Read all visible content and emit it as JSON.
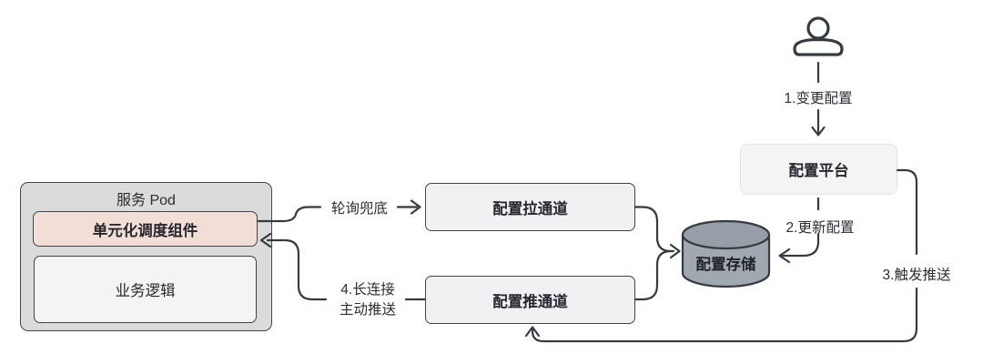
{
  "diagram_type": "architecture-flow",
  "nodes": {
    "pod_title": "服务 Pod",
    "unit": "单元化调度组件",
    "biz": "业务逻辑",
    "pull": "配置拉通道",
    "push": "配置推通道",
    "platform": "配置平台",
    "storage": "配置存储"
  },
  "steps": {
    "step1": "1.变更配置",
    "step2": "2.更新配置",
    "step3": "3.触发推送",
    "step4_line1": "4.长连接",
    "step4_line2": "主动推送",
    "polling": "轮询兜底"
  },
  "icons": {
    "actor": "person-icon"
  },
  "colors": {
    "background": "#FFFFFF",
    "line": "#363B42",
    "border_dark": "#3F444B",
    "pod_fill": "#DBDBDB",
    "unit_fill": "#F3DED6",
    "biz_fill": "#F4F4F4",
    "channel_fill": "#F0F1F3",
    "platform_fill": "#F4F4F5",
    "platform_border": "#E2E2E5",
    "cylinder_body_fill": "#A2A8B0",
    "cylinder_top_fill": "#979EA7",
    "text": "#24282E"
  }
}
